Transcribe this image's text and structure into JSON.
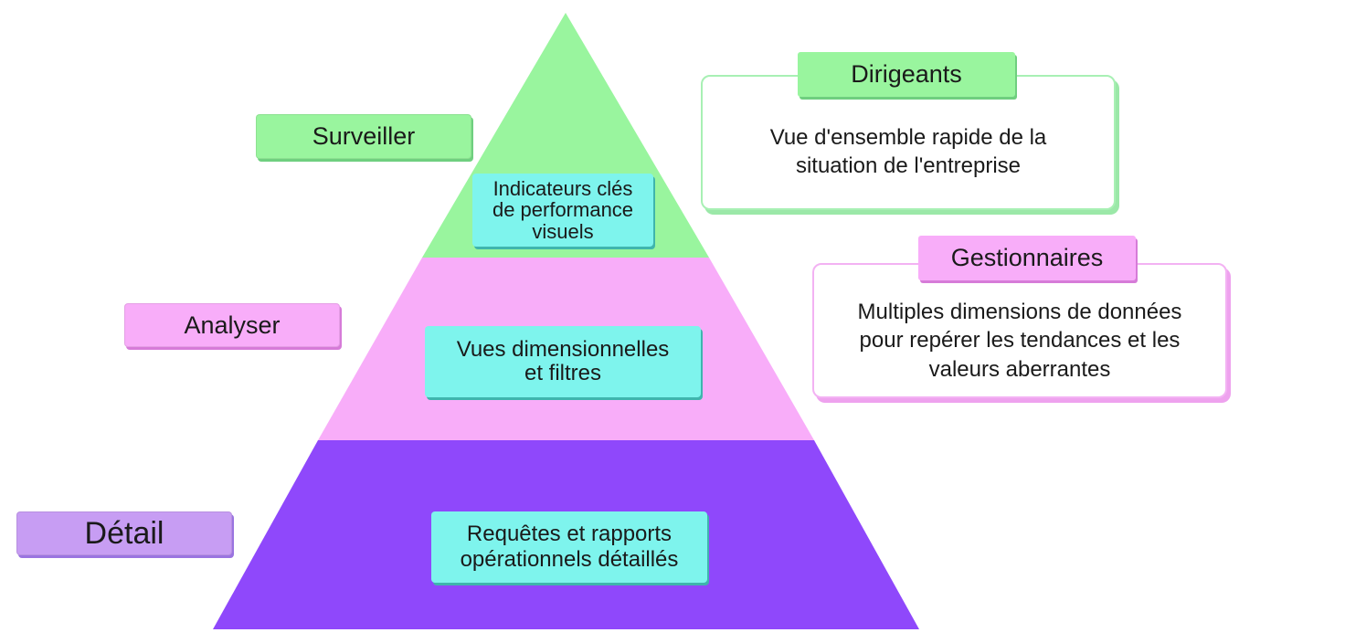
{
  "colors": {
    "green": "#99f59e",
    "pink": "#f8adf9",
    "purple": "#8f48fb",
    "purple_light": "#c79df3",
    "cyan": "#7ef4ed"
  },
  "levels": {
    "monitor": {
      "side_label": "Surveiller",
      "inner_text": [
        "Indicateurs clés",
        "de performance",
        "visuels"
      ]
    },
    "analyze": {
      "side_label": "Analyser",
      "inner_text": [
        "Vues dimensionnelles",
        "et filtres"
      ]
    },
    "detail": {
      "side_label": "Détail",
      "inner_text": [
        "Requêtes et rapports",
        "opérationnels détaillés"
      ]
    }
  },
  "audiences": {
    "executives": {
      "title": "Dirigeants",
      "description": [
        "Vue d'ensemble rapide de la",
        "situation de l'entreprise"
      ]
    },
    "managers": {
      "title": "Gestionnaires",
      "description": [
        "Multiples dimensions de données",
        "pour repérer les tendances et les",
        "valeurs aberrantes"
      ]
    }
  }
}
